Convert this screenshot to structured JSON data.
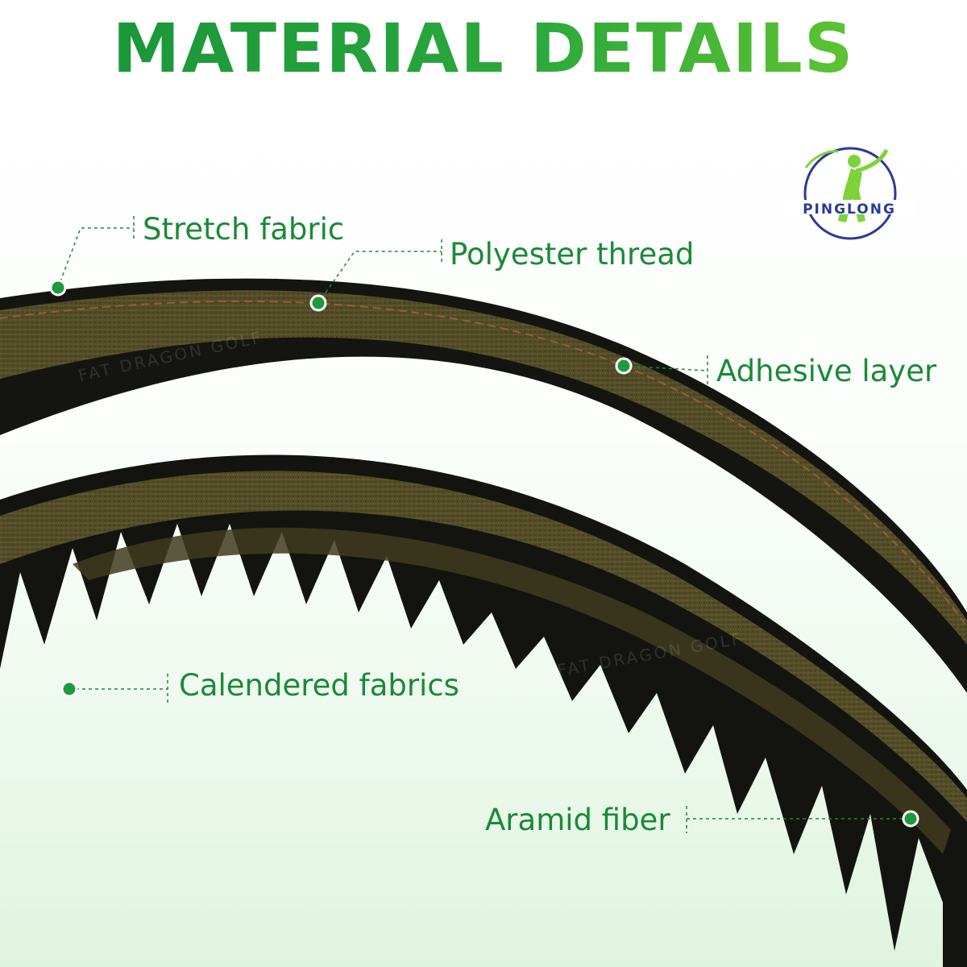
{
  "title": "MATERIAL DETAILS",
  "brand": {
    "logo_text": "PINGLONG",
    "watermark": "FAT DRAGON GOLF"
  },
  "callouts": {
    "stretch_fabric": "Stretch fabric",
    "polyester_thread": "Polyester thread",
    "adhesive_layer": "Adhesive layer",
    "calendered_fabrics": "Calendered fabrics",
    "aramid_fiber": "Aramid fiber"
  },
  "colors": {
    "title_start": "#16923a",
    "title_end": "#6fcc2f",
    "label": "#1a8a37",
    "marker": "#1e9a3e",
    "belt_rubber": "#151611",
    "belt_fabric": "#4f4a26",
    "logo_ring": "#2a3a98",
    "logo_figure": "#7ed23a"
  }
}
